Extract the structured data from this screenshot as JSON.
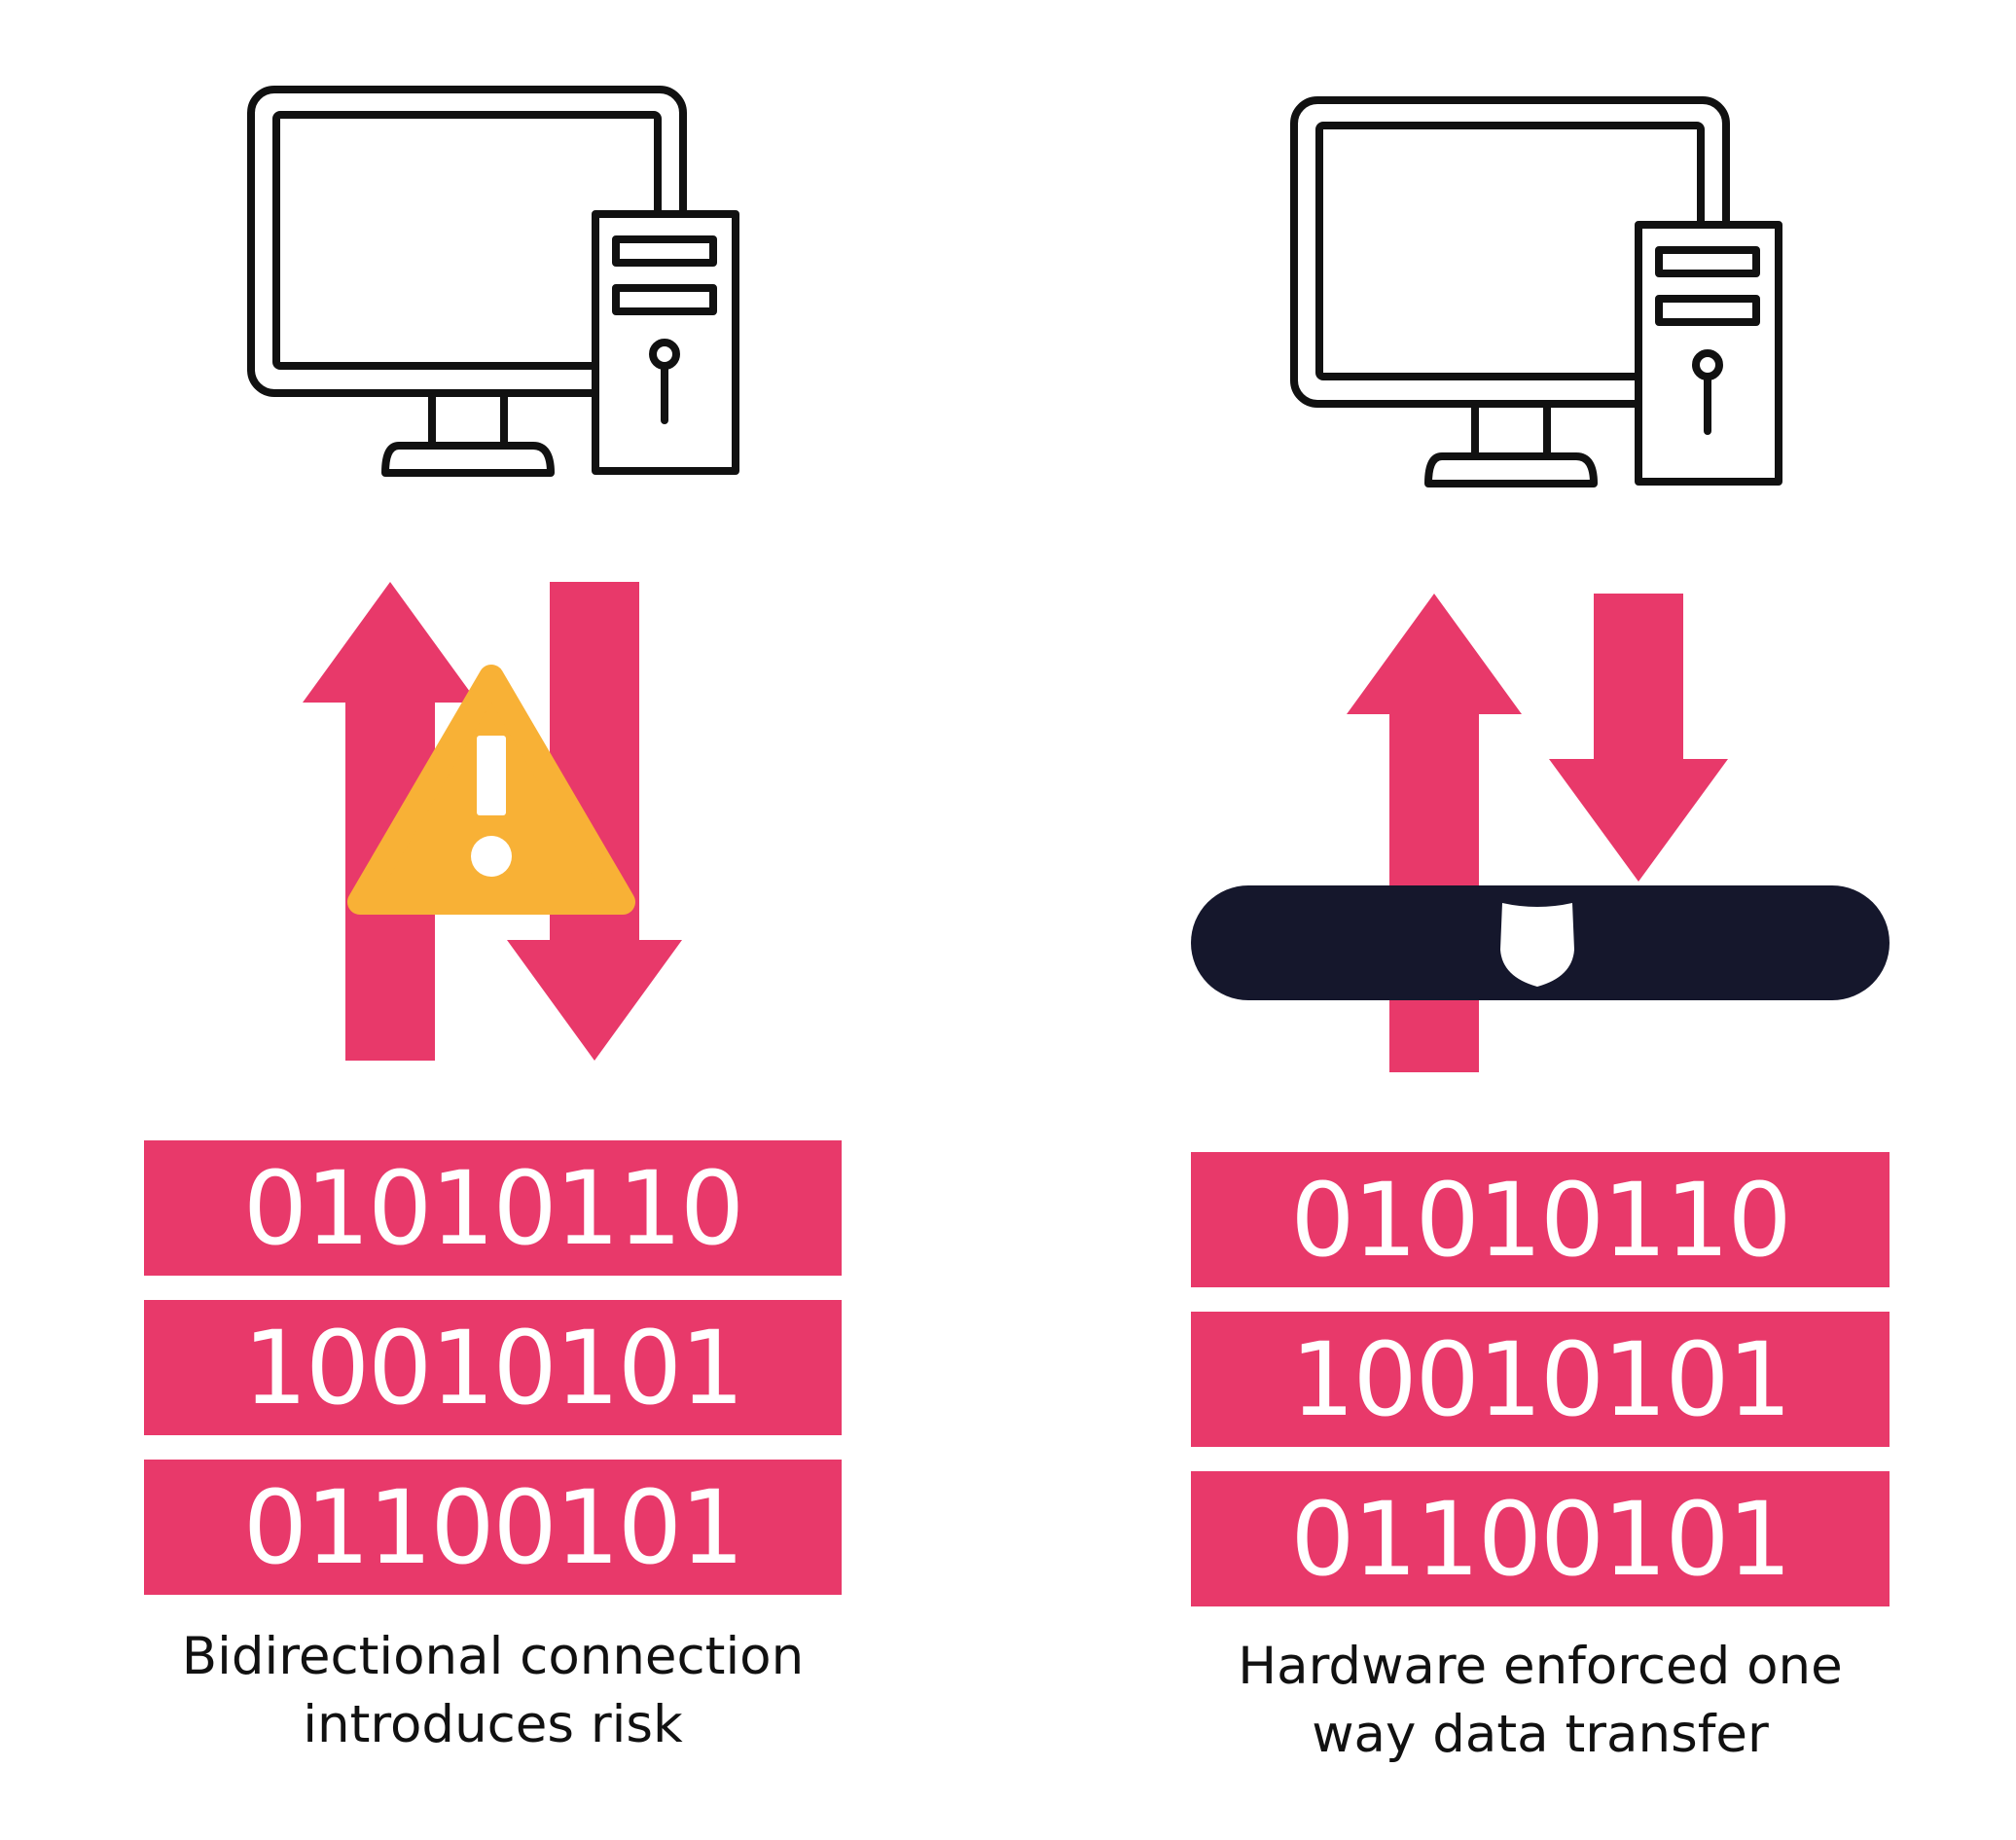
{
  "colors": {
    "accent": "#E8396A",
    "warning": "#F8B136",
    "diode": "#15172C",
    "outline": "#111111",
    "background": "#FFFFFF",
    "text": "#111111"
  },
  "left_panel": {
    "icons": [
      "computer-icon",
      "upload-arrow-icon",
      "download-arrow-icon",
      "warning-icon"
    ],
    "binary_rows": [
      "01010110",
      "10010101",
      "01100101"
    ],
    "caption_lines": [
      "Bidirectional connection",
      "introduces risk"
    ]
  },
  "right_panel": {
    "icons": [
      "computer-icon",
      "upload-arrow-icon",
      "download-arrow-icon",
      "data-diode-bar",
      "shield-icon"
    ],
    "binary_rows": [
      "01010110",
      "10010101",
      "01100101"
    ],
    "caption_lines": [
      "Hardware enforced one",
      "way data transfer"
    ]
  }
}
